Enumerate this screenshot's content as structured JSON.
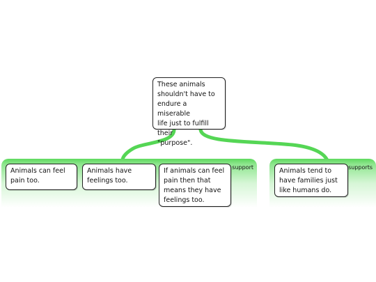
{
  "central": {
    "text_lines": [
      "These animals",
      "shouldn't have to",
      "endure a miserable",
      "life just to fulfill their",
      "\"purpose\"."
    ]
  },
  "groups": [
    {
      "label": "support",
      "nodes": [
        {
          "text_lines": [
            "Animals can feel",
            "pain too."
          ]
        },
        {
          "text_lines": [
            "Animals have",
            "feelings too."
          ]
        },
        {
          "text_lines": [
            "If animals can feel",
            "pain then that",
            "means they have",
            "feelings too."
          ]
        }
      ]
    },
    {
      "label": "supports",
      "nodes": [
        {
          "text_lines": [
            "Animals tend to",
            "have families just",
            "like humans do."
          ]
        }
      ]
    }
  ],
  "colors": {
    "connector": "#55d655",
    "group_fill_top": "#5ed95e",
    "node_border": "#222222"
  }
}
